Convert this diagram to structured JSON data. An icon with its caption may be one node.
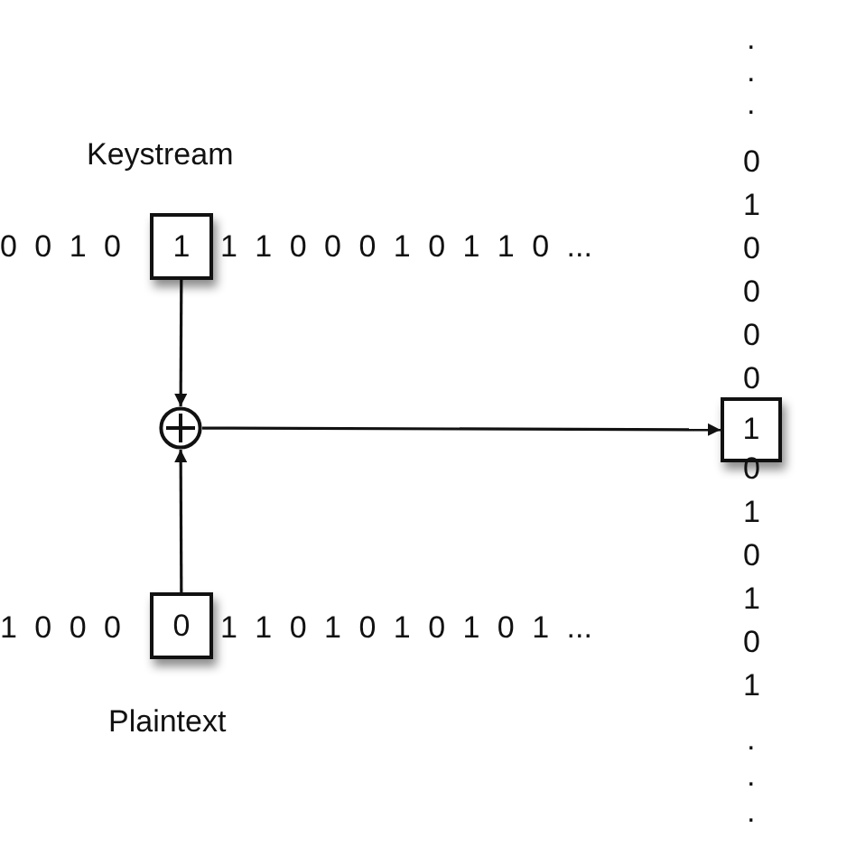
{
  "diagram": {
    "nodes": [
      {
        "text": [
          "1"
        ]
      },
      {
        "text": [],
        "shape": "circle"
      },
      {
        "text": [
          "0"
        ]
      },
      {
        "text": [
          "1"
        ]
      }
    ],
    "edges": [
      {
        "from": 0,
        "to": 1,
        "arrow": "to"
      },
      {
        "from": 2,
        "to": 1,
        "arrow": "to"
      },
      {
        "from": 1,
        "to": 3,
        "arrow": "to"
      }
    ],
    "labels": [
      "Keystream",
      "0 0 1 0",
      "1 1 0 0 0 1 0 1 1 0 ...",
      ".",
      ".",
      ".",
      "0",
      "1",
      "0",
      "0",
      "0",
      "0",
      "0",
      "1",
      "0",
      "1",
      "0",
      "1",
      ".",
      ".",
      ".",
      "1 0 0 0",
      "1 1 0 1 0 1 0 1 0 1 ...",
      "Plaintext"
    ]
  }
}
